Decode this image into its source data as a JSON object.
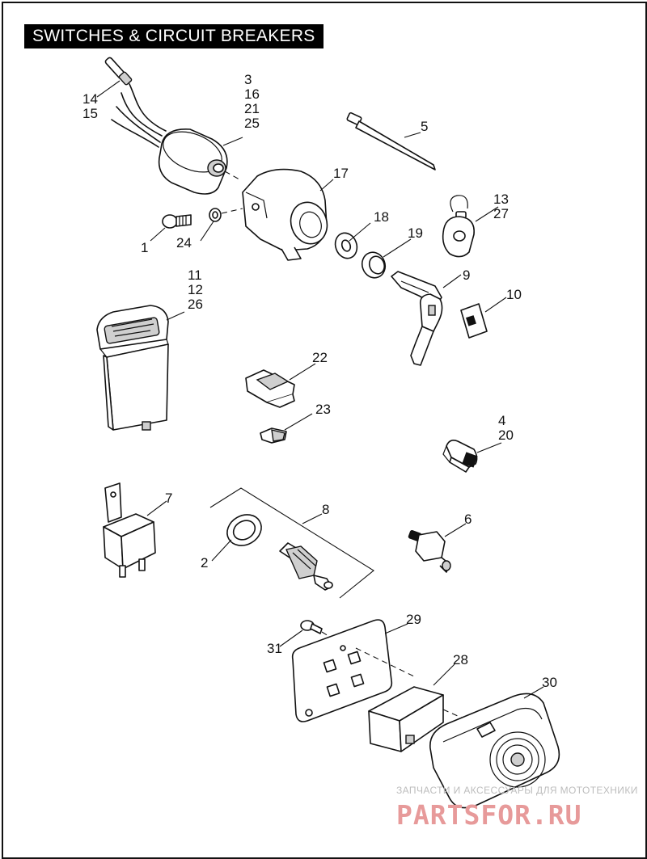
{
  "title": "SWITCHES & CIRCUIT BREAKERS",
  "callouts": {
    "c1": "1",
    "c2": "2",
    "c3": "3",
    "c4": "4",
    "c5": "5",
    "c6": "6",
    "c7": "7",
    "c8": "8",
    "c9": "9",
    "c10": "10",
    "c11": "11",
    "c12": "12",
    "c13": "13",
    "c14": "14",
    "c15": "15",
    "c16": "16",
    "c17": "17",
    "c18": "18",
    "c19": "19",
    "c20": "20",
    "c21": "21",
    "c22": "22",
    "c23": "23",
    "c24": "24",
    "c25": "25",
    "c26": "26",
    "c27": "27",
    "c28": "28",
    "c29": "29",
    "c30": "30",
    "c31": "31"
  },
  "watermark": {
    "tagline": "ЗАПЧАСТИ И АКСЕССУАРЫ ДЛЯ МОТОТЕХНИКИ",
    "brand": "PARTSFOR.RU",
    "brand_color": "#e79a9a"
  }
}
